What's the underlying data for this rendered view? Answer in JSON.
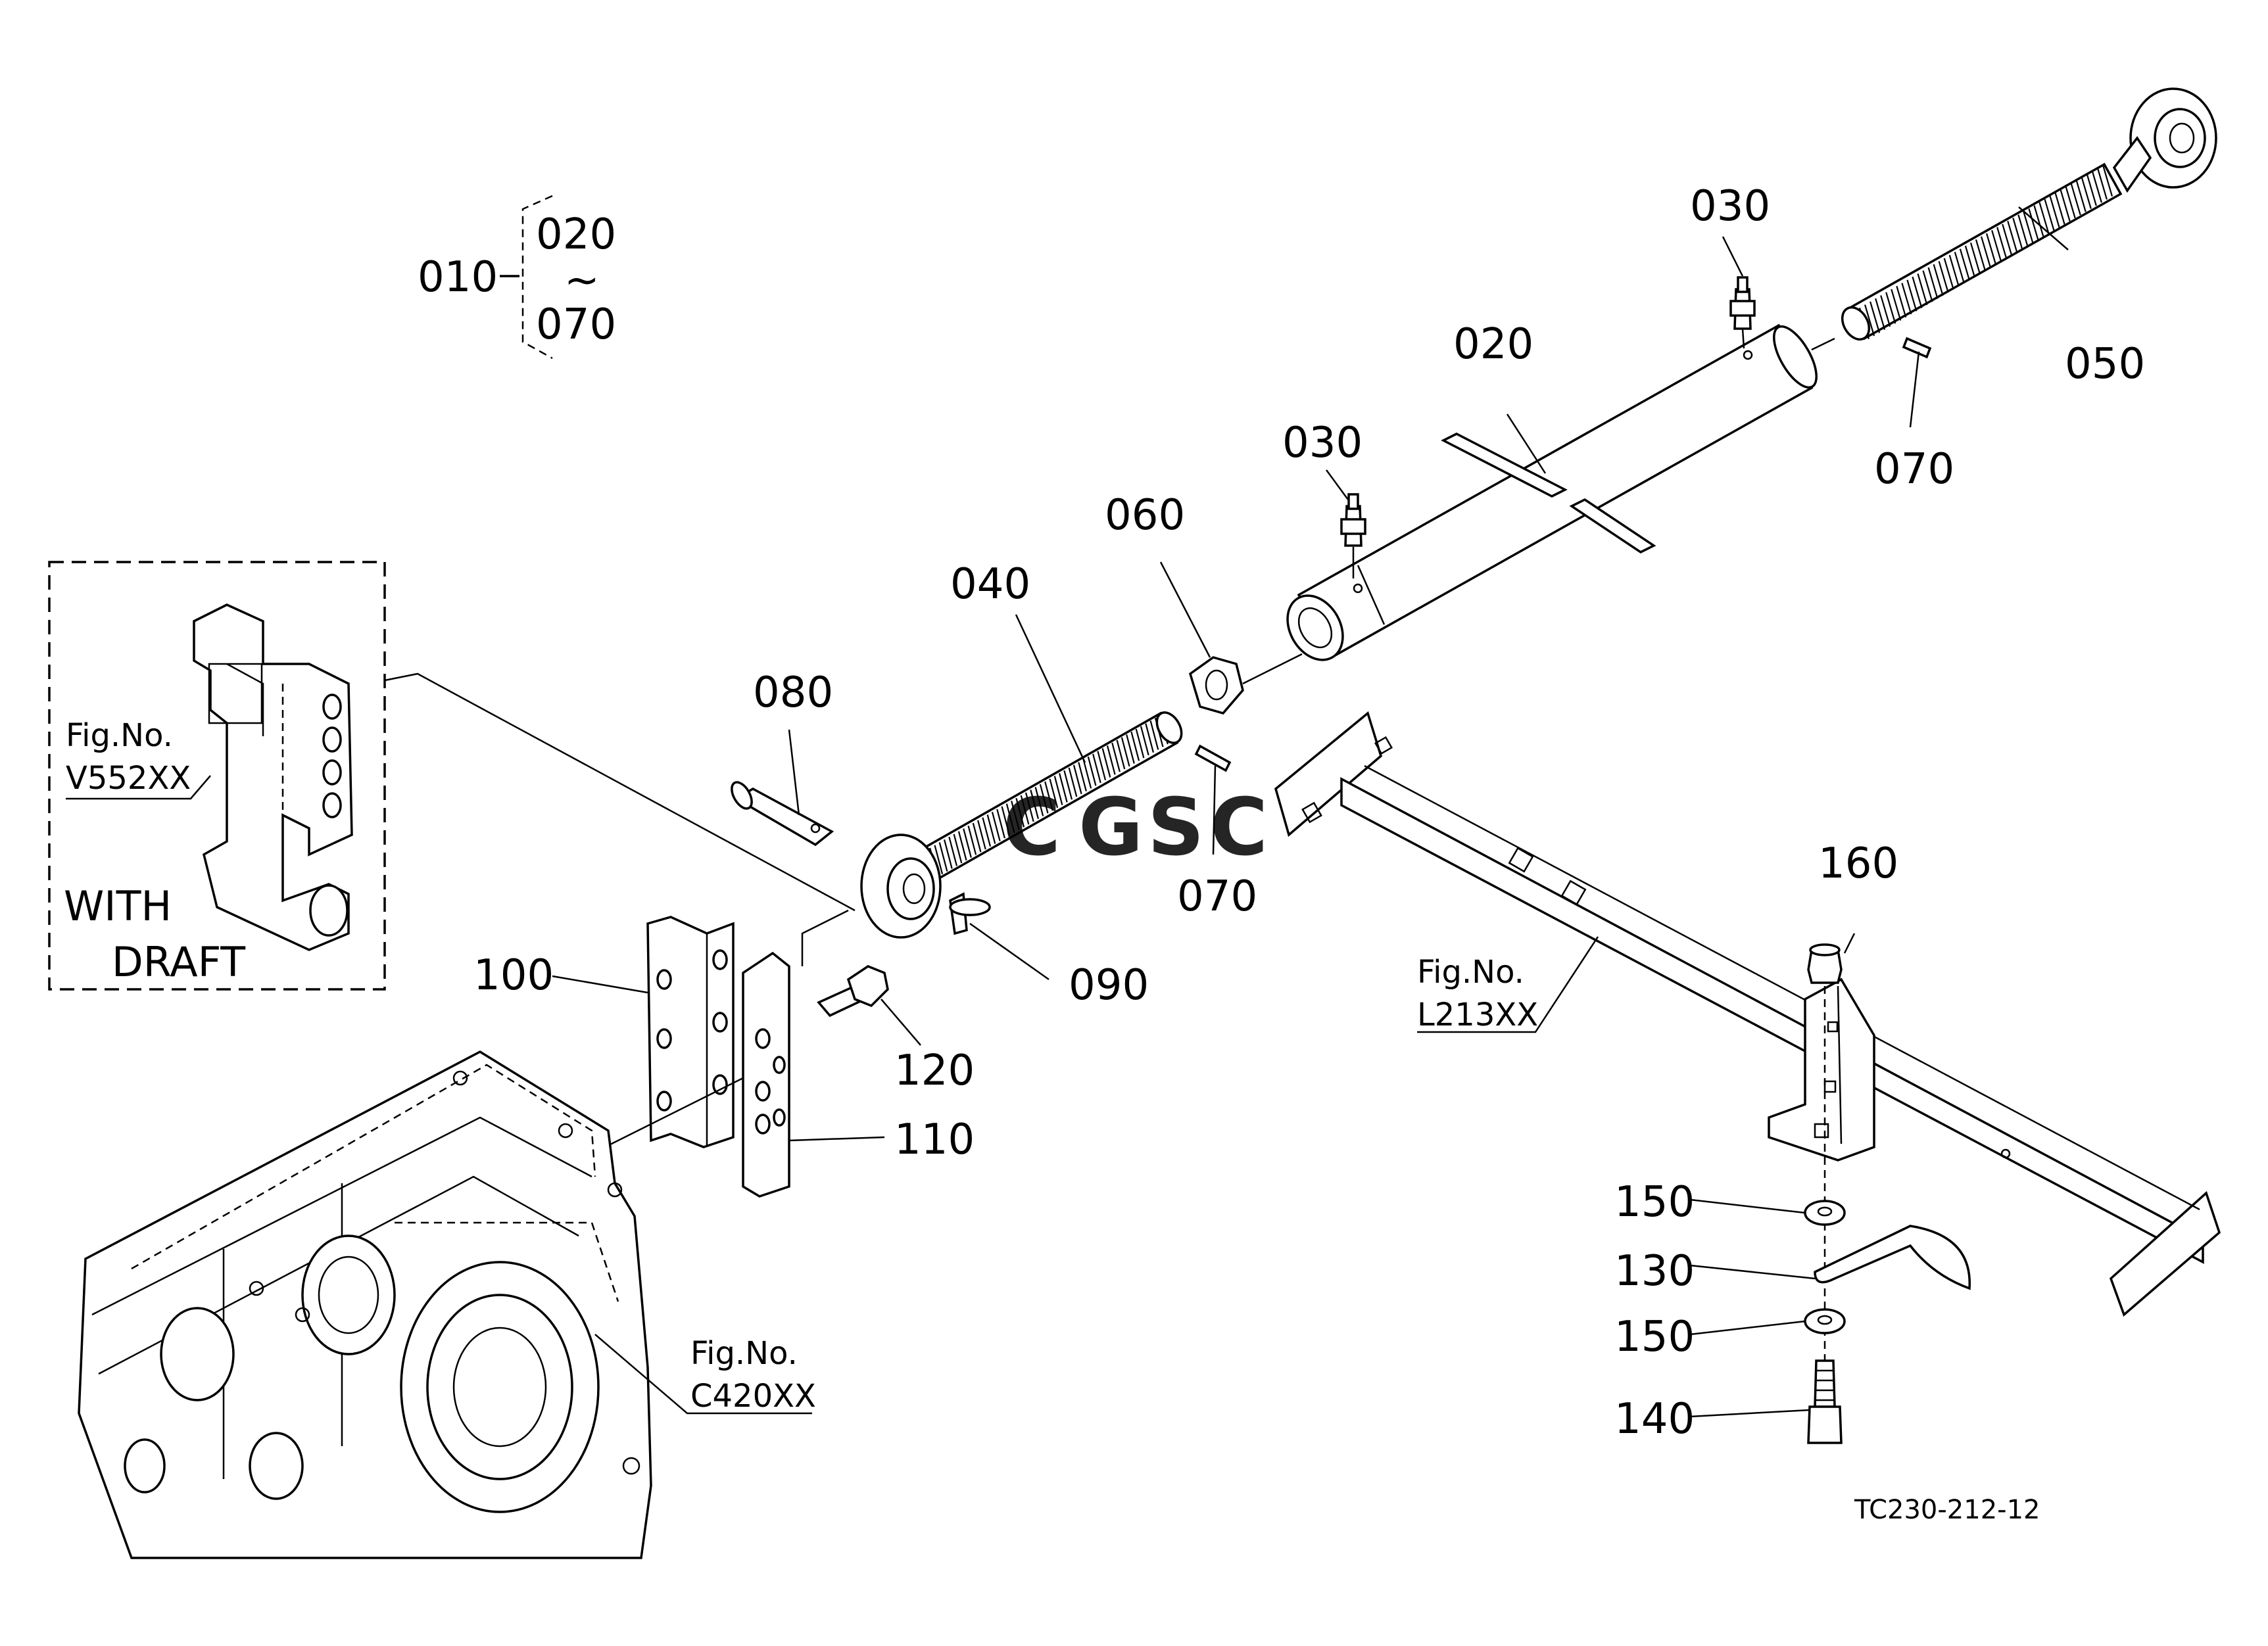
{
  "diagram": {
    "group": {
      "parent": "010",
      "from": "020",
      "tilde": "~",
      "to": "070"
    },
    "callouts": [
      {
        "id": "c030a",
        "text": "030"
      },
      {
        "id": "c030b",
        "text": "030"
      },
      {
        "id": "c020",
        "text": "020"
      },
      {
        "id": "c050",
        "text": "050"
      },
      {
        "id": "c070a",
        "text": "070"
      },
      {
        "id": "c060",
        "text": "060"
      },
      {
        "id": "c040",
        "text": "040"
      },
      {
        "id": "c080",
        "text": "080"
      },
      {
        "id": "c070b",
        "text": "070"
      },
      {
        "id": "c090",
        "text": "090"
      },
      {
        "id": "c100",
        "text": "100"
      },
      {
        "id": "c120",
        "text": "120"
      },
      {
        "id": "c110",
        "text": "110"
      },
      {
        "id": "c160",
        "text": "160"
      },
      {
        "id": "c150a",
        "text": "150"
      },
      {
        "id": "c130",
        "text": "130"
      },
      {
        "id": "c150b",
        "text": "150"
      },
      {
        "id": "c140",
        "text": "140"
      }
    ],
    "fig_refs": [
      {
        "id": "v552",
        "line1": "Fig.No.",
        "line2": "V552XX"
      },
      {
        "id": "l213",
        "line1": "Fig.No.",
        "line2": "L213XX"
      },
      {
        "id": "c420",
        "line1": "Fig.No.",
        "line2": "C420XX"
      }
    ],
    "inset": {
      "line1": "WITH",
      "line2": "DRAFT"
    },
    "watermark": "CGSC",
    "drawing_code": "TC230-212-12",
    "colors": {
      "ink": "#000000",
      "watermark_blue": "#6fa3e8",
      "watermark_red": "#e87b6f",
      "watermark_yellow": "#f2cf5b",
      "watermark_green": "#6fc49a"
    }
  }
}
